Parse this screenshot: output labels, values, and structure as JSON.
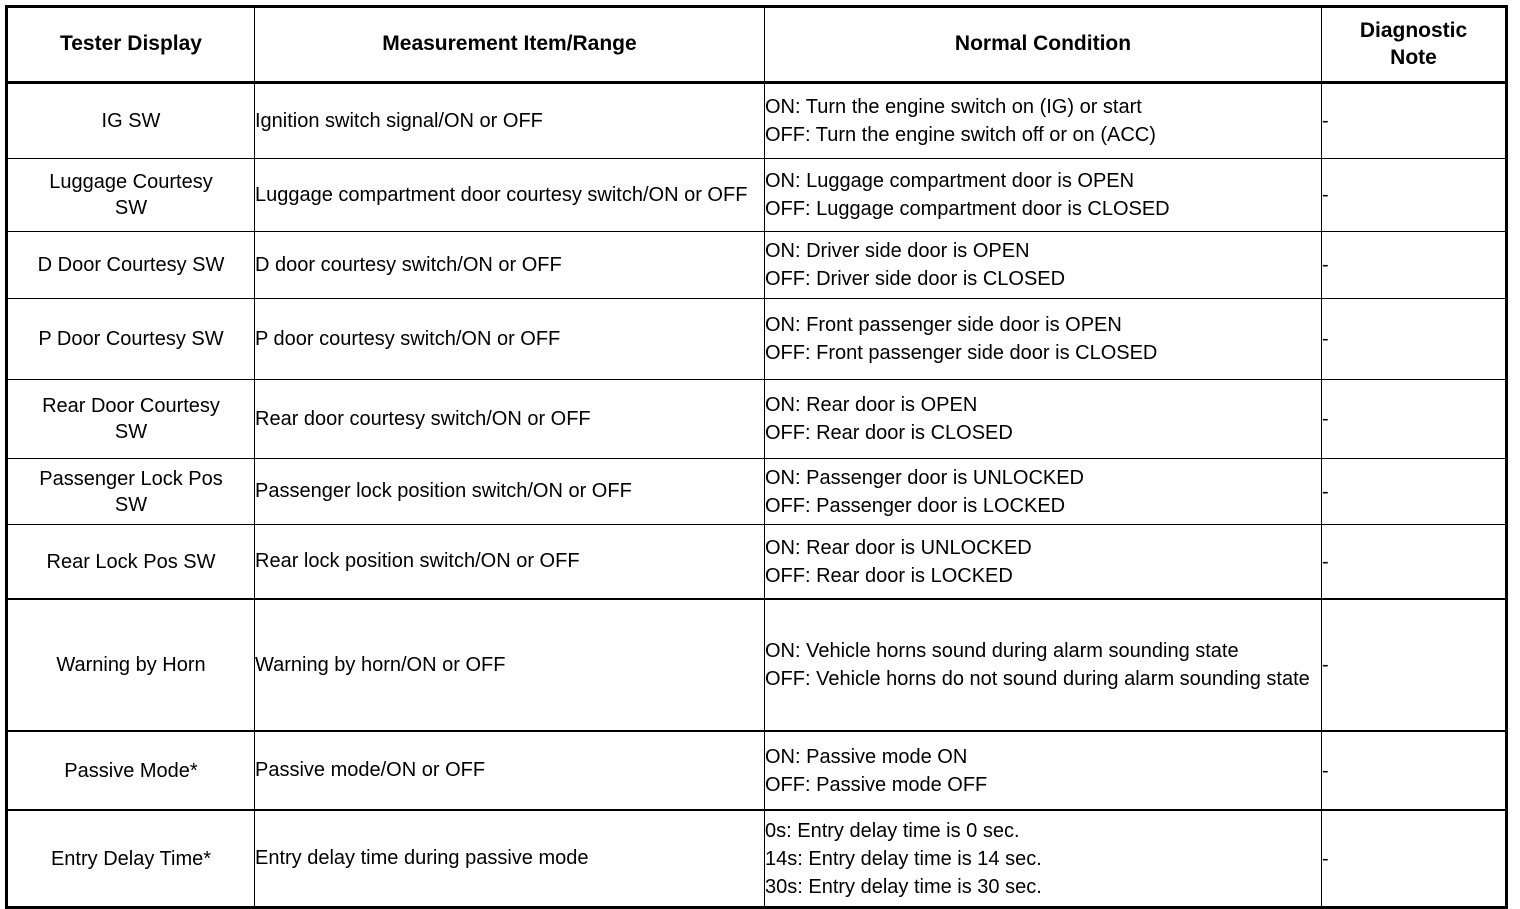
{
  "table": {
    "columns": [
      {
        "key": "tester_display",
        "label": "Tester Display"
      },
      {
        "key": "measurement_item_range",
        "label": "Measurement Item/Range"
      },
      {
        "key": "normal_condition",
        "label": "Normal Condition"
      },
      {
        "key": "diagnostic_note",
        "label": "Diagnostic\nNote"
      }
    ],
    "header": {
      "col1": "Tester Display",
      "col2": "Measurement Item/Range",
      "col3": "Normal Condition",
      "col4_line1": "Diagnostic",
      "col4_line2": "Note"
    },
    "rows": [
      {
        "tester_display": "IG SW",
        "measurement_item_range": "Ignition switch signal/ON or OFF",
        "normal_condition": [
          "ON: Turn the engine switch on (IG) or start",
          "OFF: Turn the engine switch off or on (ACC)"
        ],
        "diagnostic_note": "-"
      },
      {
        "tester_display": "Luggage Courtesy\nSW",
        "tester_display_line1": "Luggage Courtesy",
        "tester_display_line2": "SW",
        "measurement_item_range": "Luggage compartment door courtesy switch/ON or OFF",
        "normal_condition": [
          "ON: Luggage compartment door is OPEN",
          "OFF: Luggage compartment door is CLOSED"
        ],
        "diagnostic_note": "-"
      },
      {
        "tester_display": "D Door Courtesy SW",
        "measurement_item_range": "D door courtesy switch/ON or OFF",
        "normal_condition": [
          "ON: Driver side door is OPEN",
          "OFF: Driver side door is CLOSED"
        ],
        "diagnostic_note": "-"
      },
      {
        "tester_display": "P Door Courtesy SW",
        "measurement_item_range": "P door courtesy switch/ON or OFF",
        "normal_condition": [
          "ON: Front passenger side door is OPEN",
          "OFF: Front passenger side door is CLOSED"
        ],
        "diagnostic_note": "-"
      },
      {
        "tester_display": "Rear Door Courtesy\nSW",
        "tester_display_line1": "Rear Door Courtesy",
        "tester_display_line2": "SW",
        "measurement_item_range": "Rear door courtesy switch/ON or OFF",
        "normal_condition": [
          "ON: Rear door is OPEN",
          "OFF: Rear door is CLOSED"
        ],
        "diagnostic_note": "-"
      },
      {
        "tester_display": "Passenger Lock Pos\nSW",
        "tester_display_line1": "Passenger Lock Pos",
        "tester_display_line2": "SW",
        "measurement_item_range": "Passenger lock position switch/ON or OFF",
        "normal_condition": [
          "ON: Passenger door is UNLOCKED",
          "OFF: Passenger door is LOCKED"
        ],
        "diagnostic_note": "-"
      },
      {
        "tester_display": "Rear Lock Pos SW",
        "measurement_item_range": "Rear lock position switch/ON or OFF",
        "normal_condition": [
          "ON: Rear door is UNLOCKED",
          "OFF: Rear door is LOCKED"
        ],
        "diagnostic_note": "-"
      },
      {
        "tester_display": "Warning by Horn",
        "measurement_item_range": "Warning by horn/ON or OFF",
        "normal_condition": [
          "ON: Vehicle horns sound during alarm sounding state",
          "OFF: Vehicle horns do not sound during alarm sounding state"
        ],
        "diagnostic_note": "-"
      },
      {
        "tester_display": "Passive Mode*",
        "measurement_item_range": "Passive mode/ON or OFF",
        "normal_condition": [
          "ON: Passive mode ON",
          "OFF: Passive mode OFF"
        ],
        "diagnostic_note": "-"
      },
      {
        "tester_display": "Entry Delay Time*",
        "measurement_item_range": "Entry delay time during passive mode",
        "normal_condition": [
          "0s: Entry delay time is 0 sec.",
          "14s: Entry delay time is 14 sec.",
          "30s: Entry delay time is 30 sec."
        ],
        "diagnostic_note": "-"
      }
    ]
  },
  "colors": {
    "border": "#000000",
    "text": "#000000",
    "background": "#ffffff"
  }
}
